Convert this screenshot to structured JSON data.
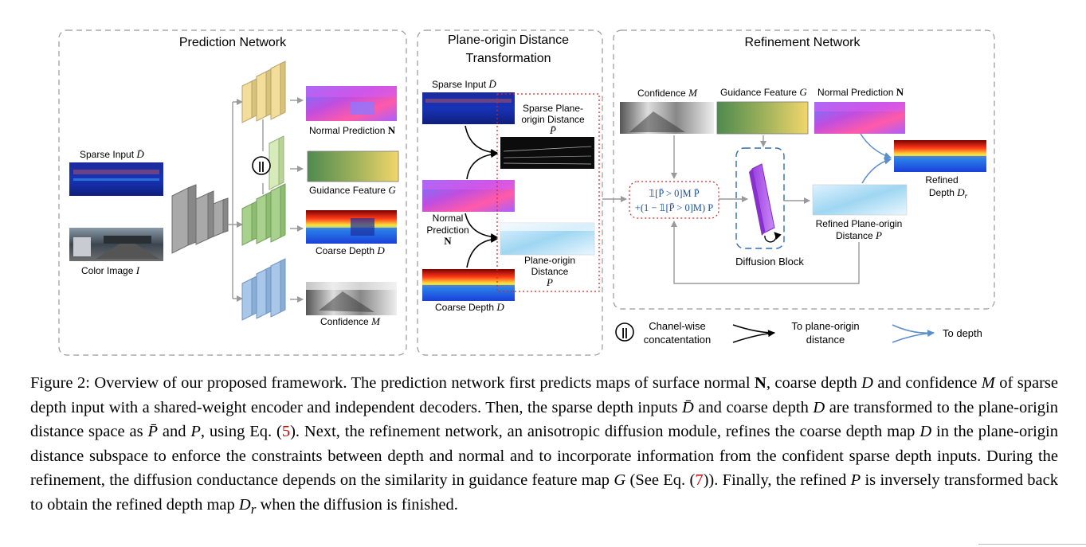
{
  "figure": {
    "panels": {
      "prediction": "Prediction Network",
      "transform_line1": "Plane-origin Distance",
      "transform_line2": "Transformation",
      "refinement": "Refinement Network"
    },
    "prediction_labels": {
      "sparse_input": "Sparse Input",
      "color_image": "Color Image",
      "normal_prediction": "Normal Prediction",
      "guidance_feature": "Guidance Feature",
      "coarse_depth": "Coarse Depth",
      "confidence": "Confidence"
    },
    "transform_labels": {
      "sparse_input": "Sparse Input",
      "sparse_plane_1": "Sparse Plane-",
      "sparse_plane_2": "origin Distance",
      "normal_1": "Normal",
      "normal_2": "Prediction",
      "plane_origin_1": "Plane-origin",
      "plane_origin_2": "Distance",
      "coarse_depth": "Coarse Depth"
    },
    "refinement_labels": {
      "confidence": "Confidence",
      "guidance_feature": "Guidance Feature",
      "normal_prediction": "Normal Prediction",
      "formula_line1": "𝟙[P̄ > 0]M P̄",
      "formula_line2": "+(1 − 𝟙[P̄ > 0]M) P",
      "refined_plane_1": "Refined Plane-origin",
      "refined_plane_2": "Distance",
      "refined_depth_1": "Refined",
      "refined_depth_2": "Depth",
      "diffusion_block": "Diffusion Block"
    },
    "symbols": {
      "D_bar": "D̄",
      "I": "I",
      "N": "N",
      "G": "G",
      "D": "D",
      "M": "M",
      "P_bar": "P̄",
      "P": "P",
      "D_r": "D",
      "r_sub": "r",
      "concat": "||"
    },
    "legend": {
      "concat_1": "Chanel-wise",
      "concat_2": "concatentation",
      "plane_1": "To plane-origin",
      "plane_2": "distance",
      "depth": "To depth"
    }
  },
  "caption": {
    "t1": "Figure 2: Overview of our proposed framework. The prediction network first predicts maps of surface normal ",
    "N": "N",
    "t2": ", coarse depth ",
    "D1": "D",
    "t3": " and confidence ",
    "M": "M",
    "t4": " of sparse depth input with a shared-weight encoder and independent decoders. Then, the sparse depth inputs ",
    "Dbar": "D̄",
    "t5": " and coarse depth ",
    "D2": "D",
    "t6": " are transformed to the plane-origin distance space as ",
    "Pbar": "P̄",
    "t7": " and ",
    "P1": "P",
    "t8": ", using Eq. (",
    "ref5": "5",
    "t9": "). Next, the refinement network, an anisotropic diffusion module, refines the coarse depth map ",
    "D3": "D",
    "t10": " in the plane-origin distance subspace to enforce the constraints between depth and normal and to incorporate information from the confident sparse depth inputs. During the refinement, the diffusion conductance depends on the similarity in guidance feature map ",
    "G": "G",
    "t11": " (See Eq. (",
    "ref7": "7",
    "t12": ")). Finally, the refined ",
    "P2": "P",
    "t13": " is inversely transformed back to obtain the refined depth map ",
    "Dr": "D",
    "r": "r",
    "t14": " when the diffusion is finished."
  }
}
